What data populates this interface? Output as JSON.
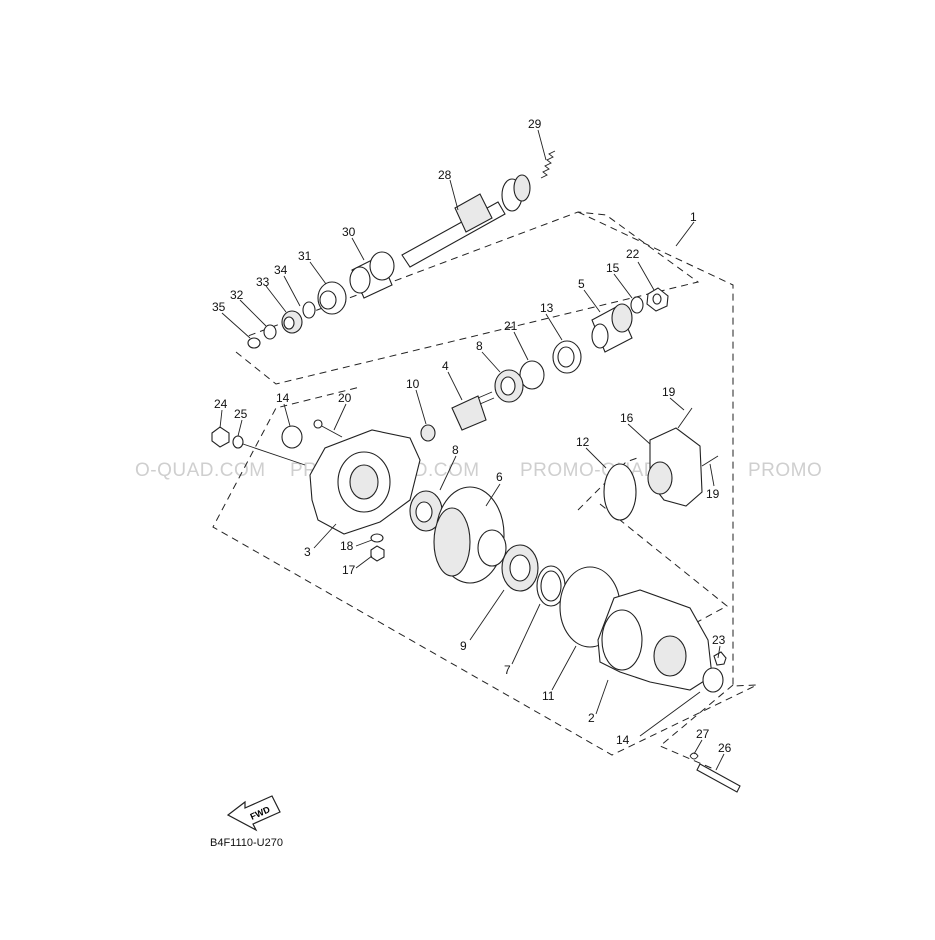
{
  "diagram_code": "B4F1110-U270",
  "fwd_label": "FWD",
  "watermark": [
    "O-QUAD.COM",
    "PROMO-QUAD.COM",
    "PROMO-QUADNET",
    "PROMO"
  ],
  "callouts": [
    {
      "id": "1",
      "text": "1"
    },
    {
      "id": "2",
      "text": "2"
    },
    {
      "id": "3",
      "text": "3"
    },
    {
      "id": "4",
      "text": "4"
    },
    {
      "id": "5",
      "text": "5"
    },
    {
      "id": "6",
      "text": "6"
    },
    {
      "id": "7",
      "text": "7"
    },
    {
      "id": "8a",
      "text": "8"
    },
    {
      "id": "8b",
      "text": "8"
    },
    {
      "id": "9",
      "text": "9"
    },
    {
      "id": "10",
      "text": "10"
    },
    {
      "id": "11",
      "text": "11"
    },
    {
      "id": "12",
      "text": "12"
    },
    {
      "id": "13",
      "text": "13"
    },
    {
      "id": "14a",
      "text": "14"
    },
    {
      "id": "14b",
      "text": "14"
    },
    {
      "id": "15",
      "text": "15"
    },
    {
      "id": "16",
      "text": "16"
    },
    {
      "id": "17",
      "text": "17"
    },
    {
      "id": "18",
      "text": "18"
    },
    {
      "id": "19a",
      "text": "19"
    },
    {
      "id": "19b",
      "text": "19"
    },
    {
      "id": "20",
      "text": "20"
    },
    {
      "id": "21",
      "text": "21"
    },
    {
      "id": "22",
      "text": "22"
    },
    {
      "id": "23",
      "text": "23"
    },
    {
      "id": "24",
      "text": "24"
    },
    {
      "id": "25",
      "text": "25"
    },
    {
      "id": "26",
      "text": "26"
    },
    {
      "id": "27",
      "text": "27"
    },
    {
      "id": "28",
      "text": "28"
    },
    {
      "id": "29",
      "text": "29"
    },
    {
      "id": "30",
      "text": "30"
    },
    {
      "id": "31",
      "text": "31"
    },
    {
      "id": "32",
      "text": "32"
    },
    {
      "id": "33",
      "text": "33"
    },
    {
      "id": "34",
      "text": "34"
    },
    {
      "id": "35",
      "text": "35"
    }
  ]
}
